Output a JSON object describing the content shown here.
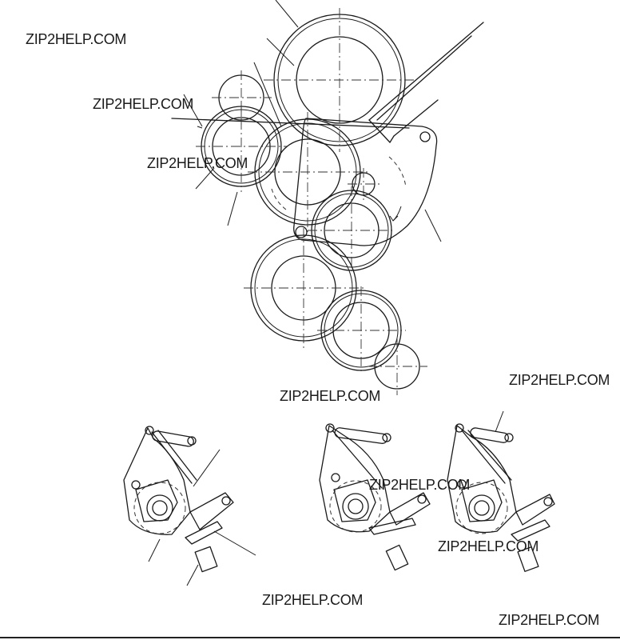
{
  "watermarks": [
    "ZIP2HELP.COM",
    "ZIP2HELP.COM",
    "ZIP2HELP.COM",
    "ZIP2HELP.COM",
    "ZIP2HELP.COM",
    "ZIP2HELP.COM",
    "ZIP2HELP.COM",
    "ZIP2HELP.COM",
    "ZIP2HELP.COM"
  ],
  "colors": {
    "ink": "#1a1a1a",
    "background": "#ffffff"
  }
}
